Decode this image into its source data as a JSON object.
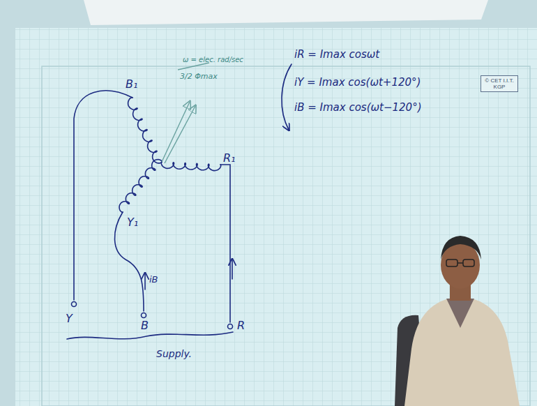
{
  "diagram": {
    "nodes": [
      {
        "text": [
          "© CET I.I.T. KGP"
        ]
      }
    ],
    "labels": [
      "B₁",
      "ω = elec. rad/sec",
      "3/2 Φmax",
      "R₁",
      "iR = Imax cosωt",
      "iY = Imax cos(ωt+120°)",
      "iB = Imax cos(ωt−120°)",
      "Y₁",
      "iB",
      "Y",
      "B",
      "R",
      "Supply."
    ]
  }
}
